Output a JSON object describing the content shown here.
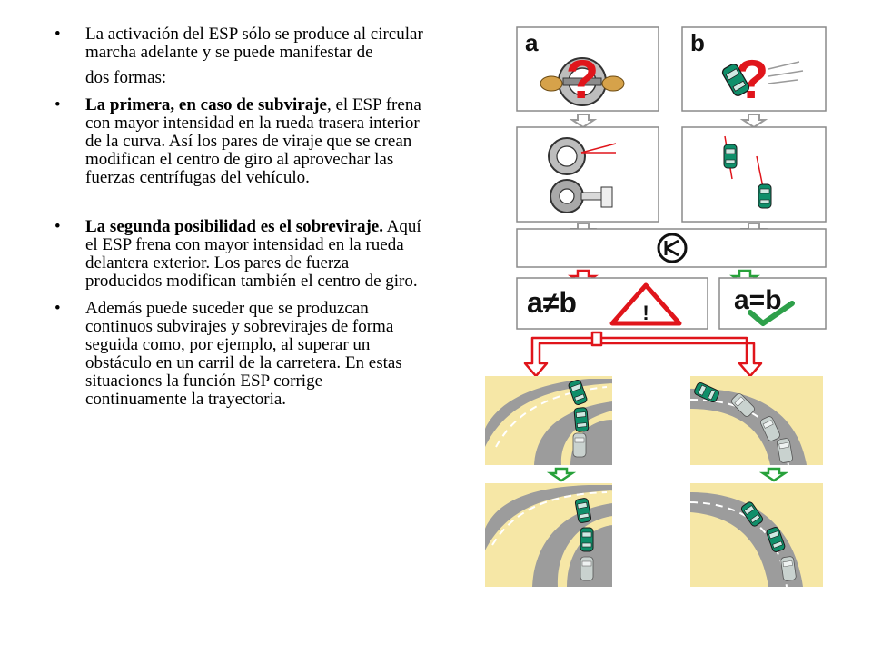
{
  "slide": {
    "bullets": [
      {
        "id": "intro",
        "text": "La activación del ESP sólo se produce al circular marcha adelante y se puede manifestar de",
        "continuation": "dos formas:"
      },
      {
        "id": "subviraje",
        "bold": "La primera, en caso de subviraje",
        "text": ", el ESP frena con mayor intensidad en la rueda trasera interior de la curva. Así los pares de viraje que se crean modifican el centro de giro al aprovechar las fuerzas centrífugas del vehículo."
      },
      {
        "id": "sobreviraje",
        "bold": "La segunda posibilidad es el sobreviraje.",
        "text": " Aquí el ESP frena con mayor intensidad en la rueda delantera exterior. Los pares de fuerza producidos modifican también el centro de giro."
      },
      {
        "id": "ademas",
        "text": "Además puede suceder que se produzcan continuos subvirajes y sobrevirajes de forma seguida como, por ejemplo, al superar un obstáculo en un carril de la carretera. En estas situaciones la función ESP corrige continuamente la trayectoria."
      }
    ],
    "bullet_symbol": "•"
  },
  "figure": {
    "label_a": "a",
    "label_b": "b",
    "question_mark": "?",
    "compare_unequal": "a≠b",
    "compare_equal": "a=b",
    "warning_mark": "!",
    "colors": {
      "frame": "#8a8a8a",
      "arrow_gray": "#9a9a9a",
      "arrow_red": "#e0151b",
      "arrow_green": "#27a13a",
      "question_red": "#e0151b",
      "car_green": "#0f8f6a",
      "road_gray": "#9c9c9c",
      "verge": "#f6e7a6",
      "check_green": "#2ea04a"
    }
  }
}
